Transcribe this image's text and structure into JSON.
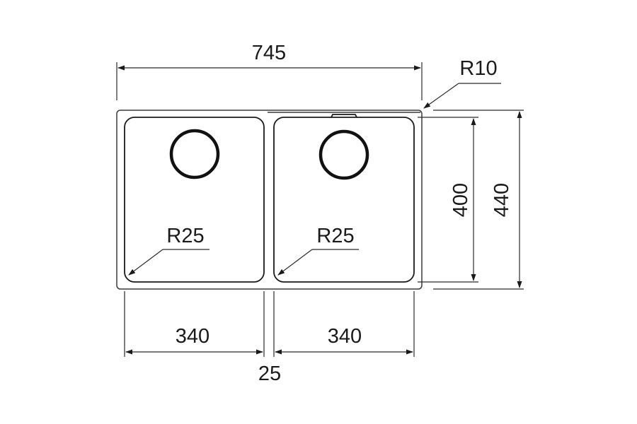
{
  "diagram": {
    "overall_width_label": "745",
    "outer_radius_label": "R10",
    "inner_height_label": "400",
    "overall_height_label": "440",
    "left_bowl": {
      "radius_label": "R25",
      "width_label": "340"
    },
    "right_bowl": {
      "radius_label": "R25",
      "width_label": "340"
    },
    "divider_width_label": "25"
  },
  "colors": {
    "line": "#1a1a1a",
    "background": "#ffffff"
  }
}
